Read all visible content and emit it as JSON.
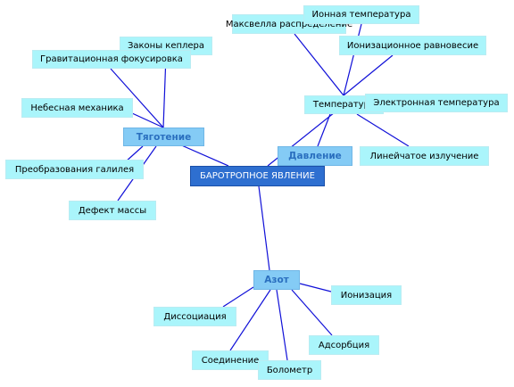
{
  "colors": {
    "line": "#1010d8",
    "leaf_fill": "#aaf5fb",
    "hub_fill": "#84cbf5",
    "root_fill": "#2e6fd0"
  },
  "root": {
    "label": "БАРОТРОПНОЕ ЯВЛЕНИЕ"
  },
  "hubs": {
    "tyagotenie": "Тяготение",
    "temperatura": "Температура",
    "davlenie": "Давление",
    "azot": "Азот"
  },
  "tyagotenie_children": {
    "kepler": "Законы кеплера",
    "grav": "Гравитационная фокусировка",
    "nebesnaya": "Небесная механика",
    "galilei": "Преобразования галилея",
    "defekt": "Дефект массы"
  },
  "temperatura_children": {
    "maxwell": "Максвелла распределение",
    "ionnaya": "Ионная температура",
    "ioniz_ravn": "Ионизационное равновесие",
    "elektronnaya": "Электронная температура",
    "lineychatoe": "Линейчатое излучение"
  },
  "azot_children": {
    "ionizaciya": "Ионизация",
    "dissociaciya": "Диссоциация",
    "adsorbciya": "Адсорбция",
    "soedinenie": "Соединение",
    "bolometr": "Болометр"
  }
}
